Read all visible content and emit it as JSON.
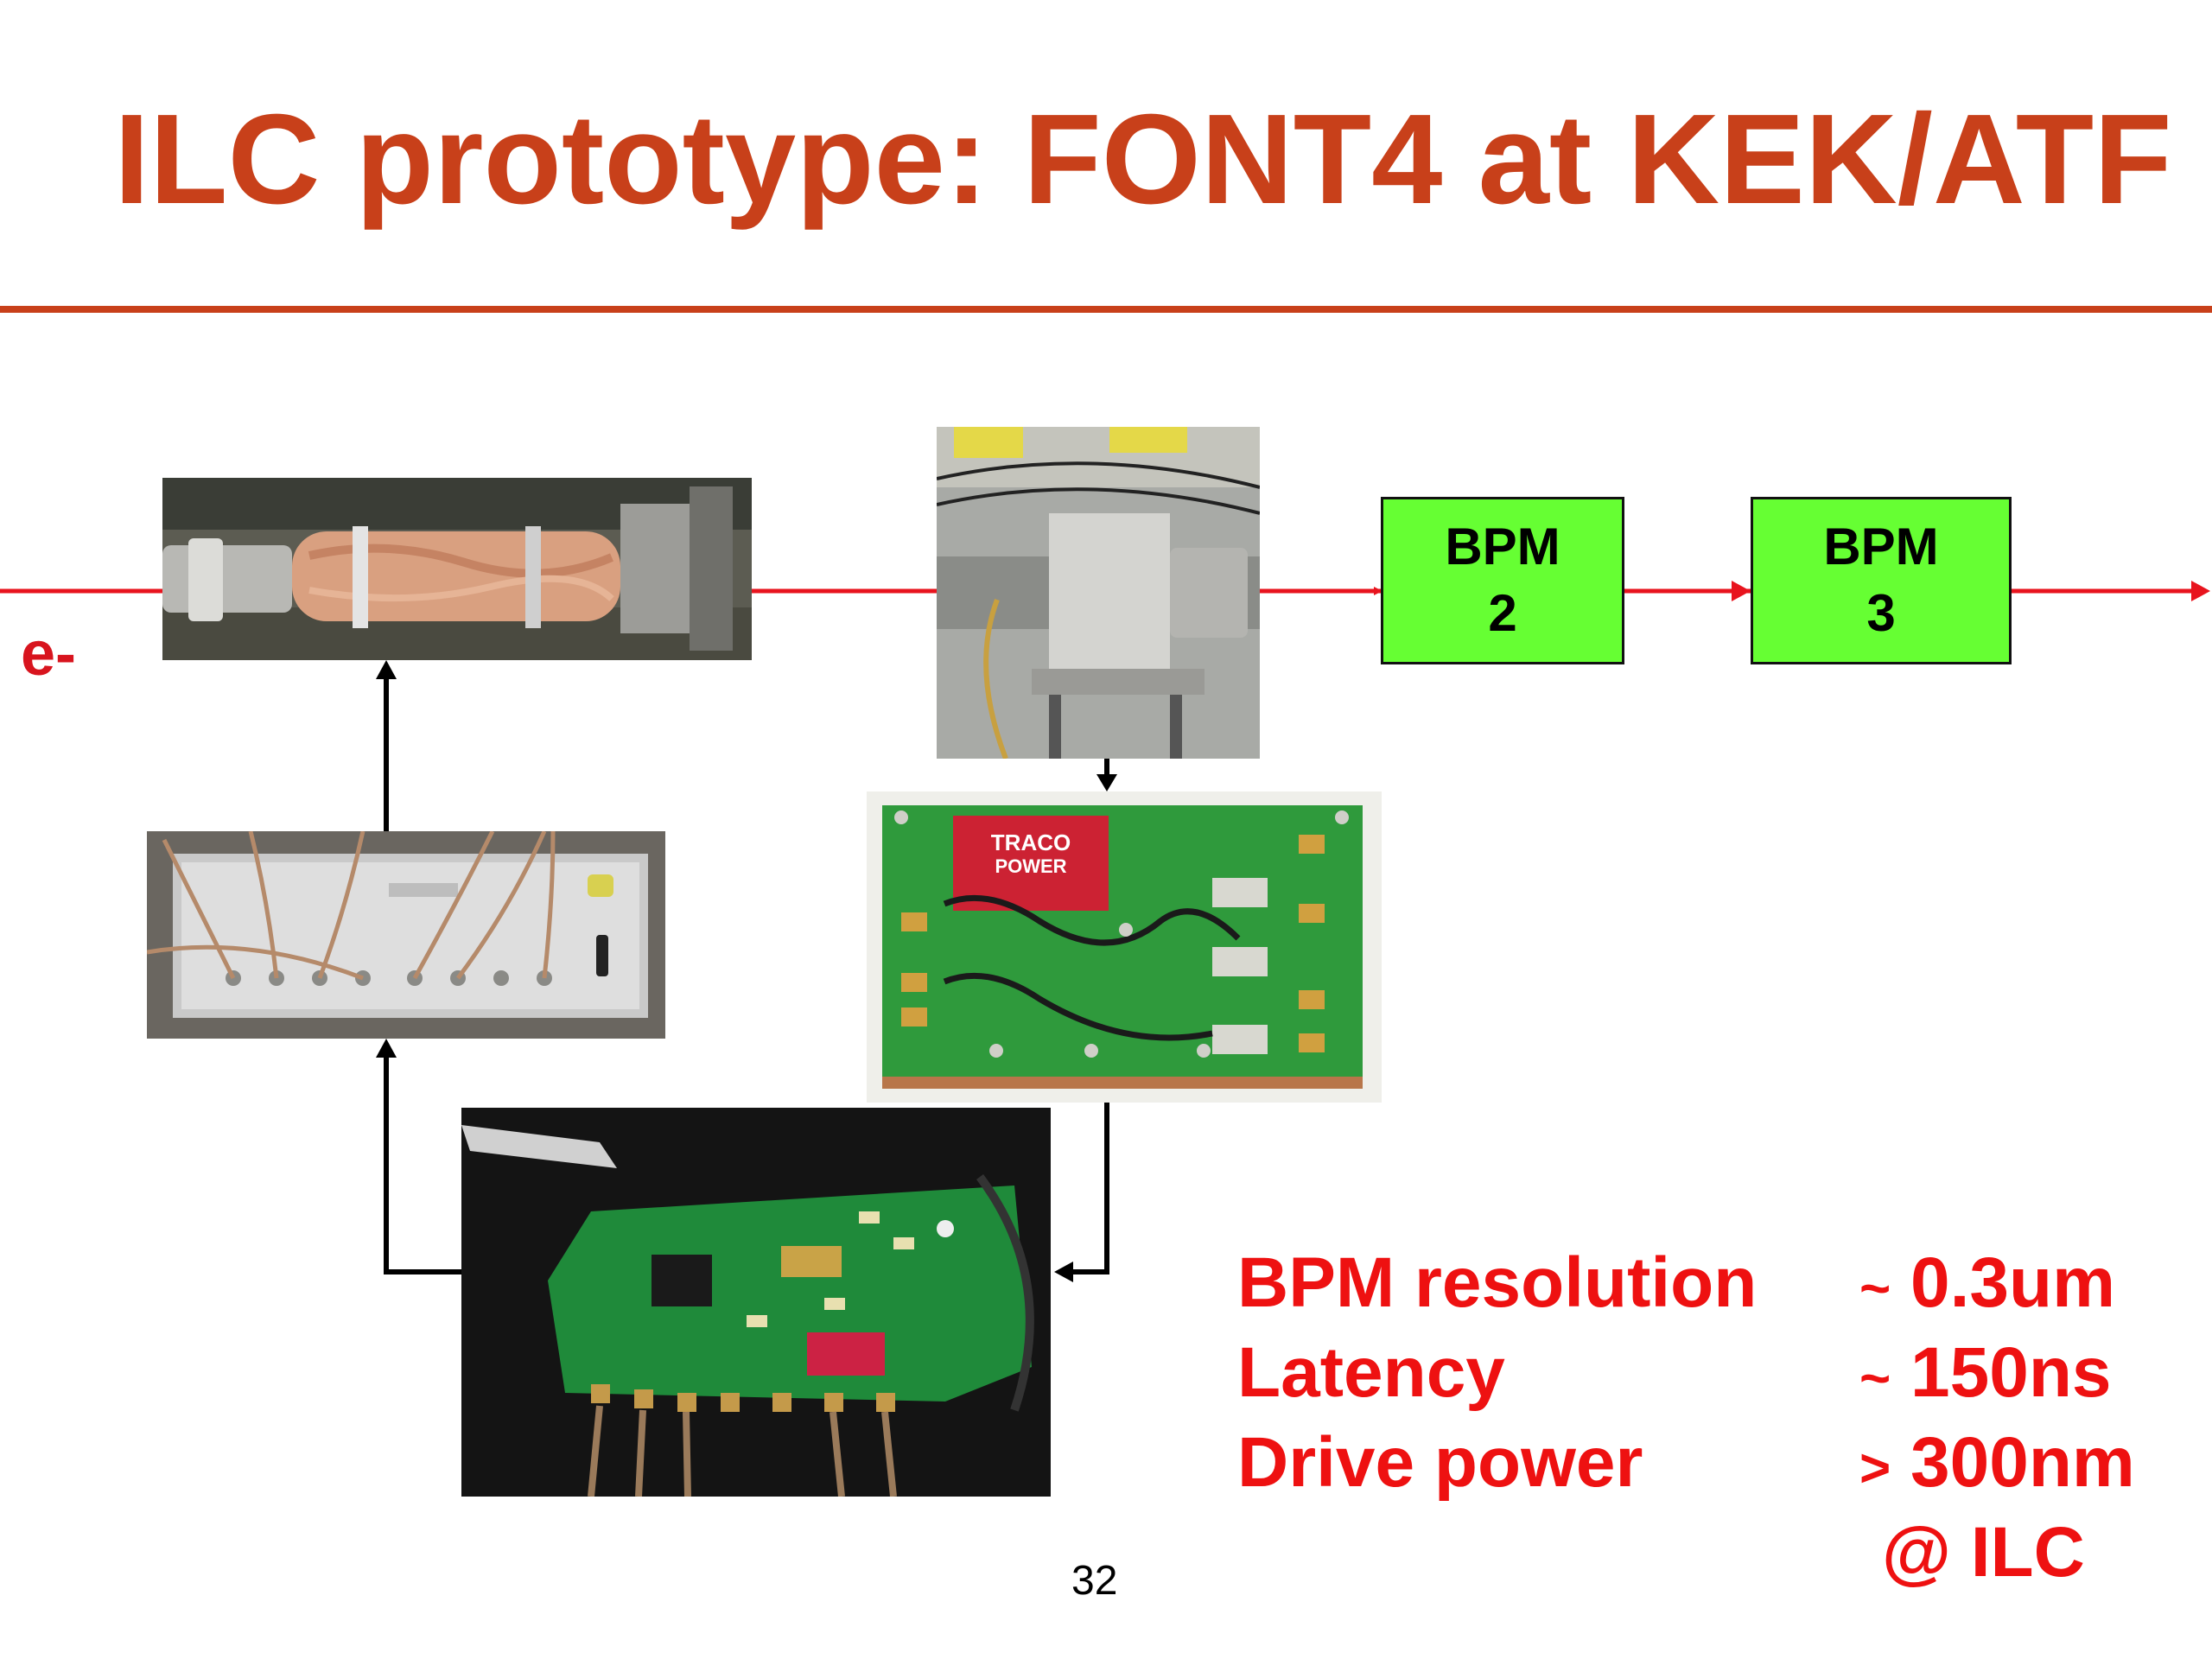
{
  "slide": {
    "title": "ILC prototype: FONT4 at KEK/ATF",
    "page_number": "32"
  },
  "beam": {
    "label": "e-"
  },
  "bpms": [
    {
      "line1": "BPM",
      "line2": "2"
    },
    {
      "line1": "BPM",
      "line2": "3"
    }
  ],
  "photos": {
    "kicker": "photo of kicker on the beam pipe",
    "amplifier": "photo of drive amplifier",
    "feedback_board": "photo of FONT4 digital feedback board",
    "bpm1": "photo of BPM installed on the beamline",
    "processor": "photo of BPM processor board",
    "processor_module_text": [
      "TRACO",
      "POWER"
    ]
  },
  "specs": [
    {
      "label": "BPM resolution",
      "op": "~",
      "value": "0.3um"
    },
    {
      "label": "Latency",
      "op": "~",
      "value": "150ns"
    },
    {
      "label": "Drive power",
      "op": ">",
      "value": "300nm"
    }
  ],
  "specs_note": "@ ILC",
  "colors": {
    "title": "#c8401a",
    "beam_line": "#e8141e",
    "spec_text": "#ee1111",
    "bpm_fill": "#66ff33",
    "pcb_green": "#1f8a3a"
  }
}
